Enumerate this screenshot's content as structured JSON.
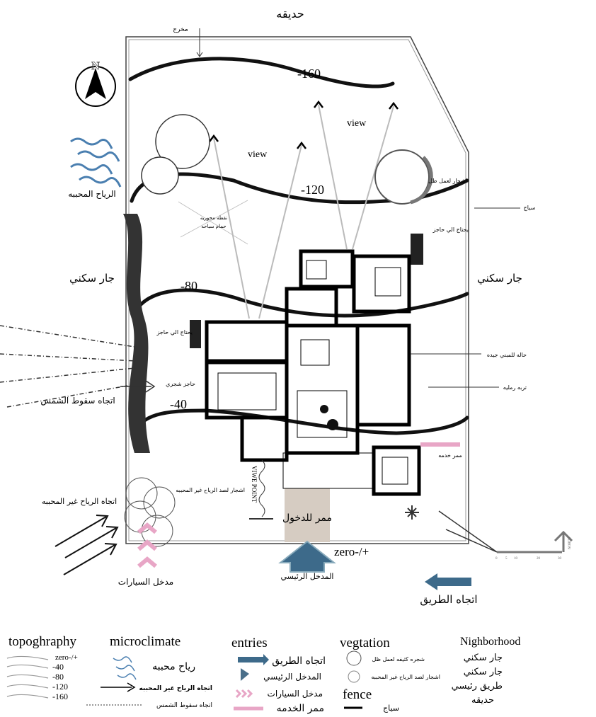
{
  "site": {
    "north_label": "N",
    "top_neighbor": "حديقه",
    "exit_label": "مخرج",
    "left_neighbor": "جار سكني",
    "right_neighbor": "جار سكني",
    "contours": [
      "-160",
      "-120",
      "-80",
      "-40"
    ],
    "zero_label": "zero-/+",
    "view_labels": [
      "view",
      "view"
    ],
    "favorable_wind": "الرياح المحببه",
    "shade_trees": "اشجار لعمل ظل",
    "fence_note": "سياج",
    "needs_barrier_right": "يحتاج الي حاجز",
    "needs_barrier_left": "يحتاج الي حاجز",
    "pool_focal": [
      "نقطه محوريه",
      "حمام سباحه"
    ],
    "good_building": "حاله للمبني جيده",
    "sandy_soil": "تربه رمليه",
    "tree_barrier": "حاجز شجري",
    "sun_direction": "اتجاه سقوط الشمس",
    "wind_block_trees": "اشجار لصد الرياح غير المحببه",
    "unfavorable_wind": "اتجاه الرياح غير المحببه",
    "view_point": "VIWE POINT",
    "entry_path": "ممر للدخول",
    "service_path": "ممر خدمه",
    "car_entrance": "مدخل السيارات",
    "main_entrance": "المدخل الرئيسي",
    "road_direction": "اتجاه الطريق",
    "scale": {
      "ticks": [
        "0",
        "5",
        "10",
        "20",
        "30"
      ],
      "north": "NORTH"
    }
  },
  "legend": {
    "topography": {
      "title": "topoghraphy",
      "items": [
        "zero-/+",
        "-40",
        "-80",
        "-120",
        "-160"
      ]
    },
    "microclimate": {
      "title": "microclimate",
      "items": [
        "رياح محببه",
        "اتجاه الرياح غير المحببه",
        "اتجاه سقوط الشمس"
      ]
    },
    "entries": {
      "title": "entries",
      "items": [
        "اتجاه الطريق",
        "المدخل الرئيسي",
        "مدخل السيارات",
        "ممر الخدمه"
      ]
    },
    "vegetation": {
      "title": "vegtation",
      "items": [
        "شجره كثيفه لعمل ظل",
        "اشجار لصد الرياح غير المحببه"
      ]
    },
    "fence": {
      "title": "fence",
      "item": "سياج"
    },
    "neighborhood": {
      "title": "Nighborhood",
      "items": [
        "جار سكني",
        "جار سكني",
        "طريق رئيسي",
        "حديقه"
      ]
    }
  },
  "colors": {
    "wind": "#4a7fb0",
    "entry_blue": "#3d6a8a",
    "pink": "#e8a6c6",
    "path": "#d6ccc2"
  }
}
